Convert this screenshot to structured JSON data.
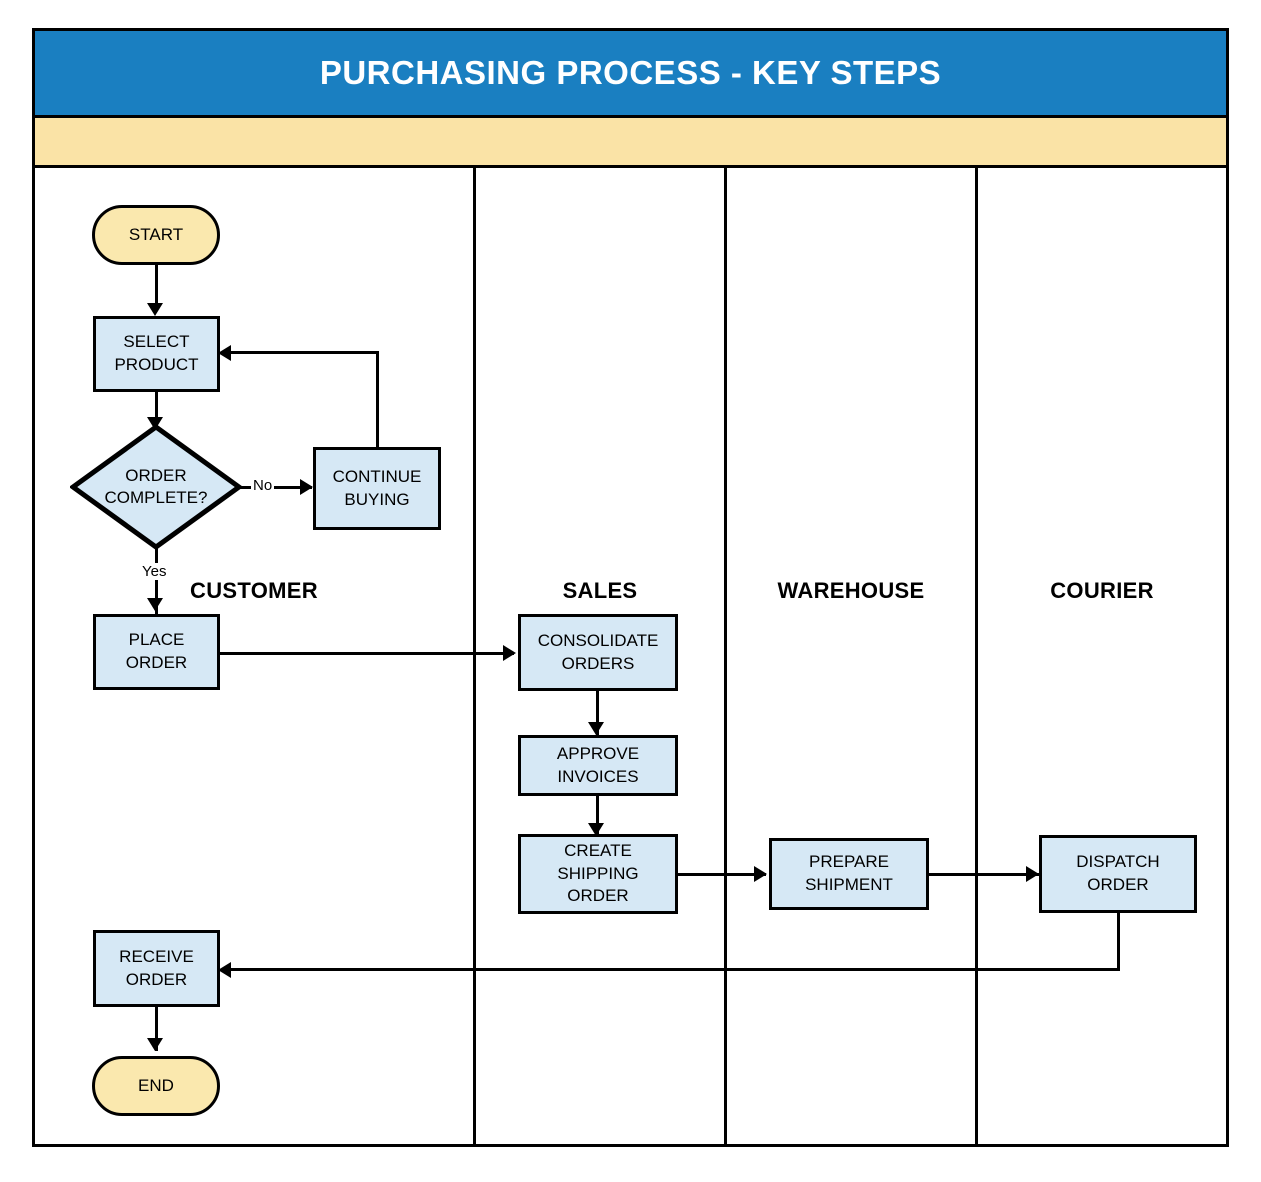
{
  "diagram": {
    "title": "PURCHASING PROCESS - KEY STEPS",
    "type": "swimlane-flowchart",
    "colors": {
      "title_bar": "#1a7fc1",
      "title_text": "#ffffff",
      "lane_header_band": "#fae3a6",
      "process_fill": "#d6e8f5",
      "terminator_fill": "#fae8ae",
      "stroke": "#000000"
    }
  },
  "lanes": [
    {
      "id": "customer",
      "label": "CUSTOMER"
    },
    {
      "id": "sales",
      "label": "SALES"
    },
    {
      "id": "warehouse",
      "label": "WAREHOUSE"
    },
    {
      "id": "courier",
      "label": "COURIER"
    }
  ],
  "nodes": [
    {
      "id": "start",
      "lane": "customer",
      "shape": "terminator",
      "label": "START"
    },
    {
      "id": "select_product",
      "lane": "customer",
      "shape": "process",
      "label": "SELECT\nPRODUCT",
      "line1": "SELECT",
      "line2": "PRODUCT"
    },
    {
      "id": "order_complete",
      "lane": "customer",
      "shape": "decision",
      "label": "ORDER\nCOMPLETE?",
      "line1": "ORDER",
      "line2": "COMPLETE?"
    },
    {
      "id": "continue_buying",
      "lane": "customer",
      "shape": "process",
      "label": "CONTINUE\nBUYING",
      "line1": "CONTINUE",
      "line2": "BUYING"
    },
    {
      "id": "place_order",
      "lane": "customer",
      "shape": "process",
      "label": "PLACE\nORDER",
      "line1": "PLACE",
      "line2": "ORDER"
    },
    {
      "id": "receive_order",
      "lane": "customer",
      "shape": "process",
      "label": "RECEIVE\nORDER",
      "line1": "RECEIVE",
      "line2": "ORDER"
    },
    {
      "id": "end",
      "lane": "customer",
      "shape": "terminator",
      "label": "END"
    },
    {
      "id": "consolidate",
      "lane": "sales",
      "shape": "process",
      "label": "CONSOLIDATE\nORDERS",
      "line1": "CONSOLIDATE",
      "line2": "ORDERS"
    },
    {
      "id": "approve_invoices",
      "lane": "sales",
      "shape": "process",
      "label": "APPROVE\nINVOICES",
      "line1": "APPROVE",
      "line2": "INVOICES"
    },
    {
      "id": "create_shipping",
      "lane": "sales",
      "shape": "process",
      "label": "CREATE\nSHIPPING\nORDER",
      "line1": "CREATE",
      "line2": "SHIPPING",
      "line3": "ORDER"
    },
    {
      "id": "prepare_shipment",
      "lane": "warehouse",
      "shape": "process",
      "label": "PREPARE\nSHIPMENT",
      "line1": "PREPARE",
      "line2": "SHIPMENT"
    },
    {
      "id": "dispatch_order",
      "lane": "courier",
      "shape": "process",
      "label": "DISPATCH\nORDER",
      "line1": "DISPATCH",
      "line2": "ORDER"
    }
  ],
  "edges": [
    {
      "from": "start",
      "to": "select_product",
      "label": ""
    },
    {
      "from": "select_product",
      "to": "order_complete",
      "label": ""
    },
    {
      "from": "order_complete",
      "to": "continue_buying",
      "label": "No"
    },
    {
      "from": "continue_buying",
      "to": "select_product",
      "label": ""
    },
    {
      "from": "order_complete",
      "to": "place_order",
      "label": "Yes"
    },
    {
      "from": "place_order",
      "to": "consolidate",
      "label": ""
    },
    {
      "from": "consolidate",
      "to": "approve_invoices",
      "label": ""
    },
    {
      "from": "approve_invoices",
      "to": "create_shipping",
      "label": ""
    },
    {
      "from": "create_shipping",
      "to": "prepare_shipment",
      "label": ""
    },
    {
      "from": "prepare_shipment",
      "to": "dispatch_order",
      "label": ""
    },
    {
      "from": "dispatch_order",
      "to": "receive_order",
      "label": ""
    },
    {
      "from": "receive_order",
      "to": "end",
      "label": ""
    }
  ],
  "edge_labels": {
    "no": "No",
    "yes": "Yes"
  }
}
